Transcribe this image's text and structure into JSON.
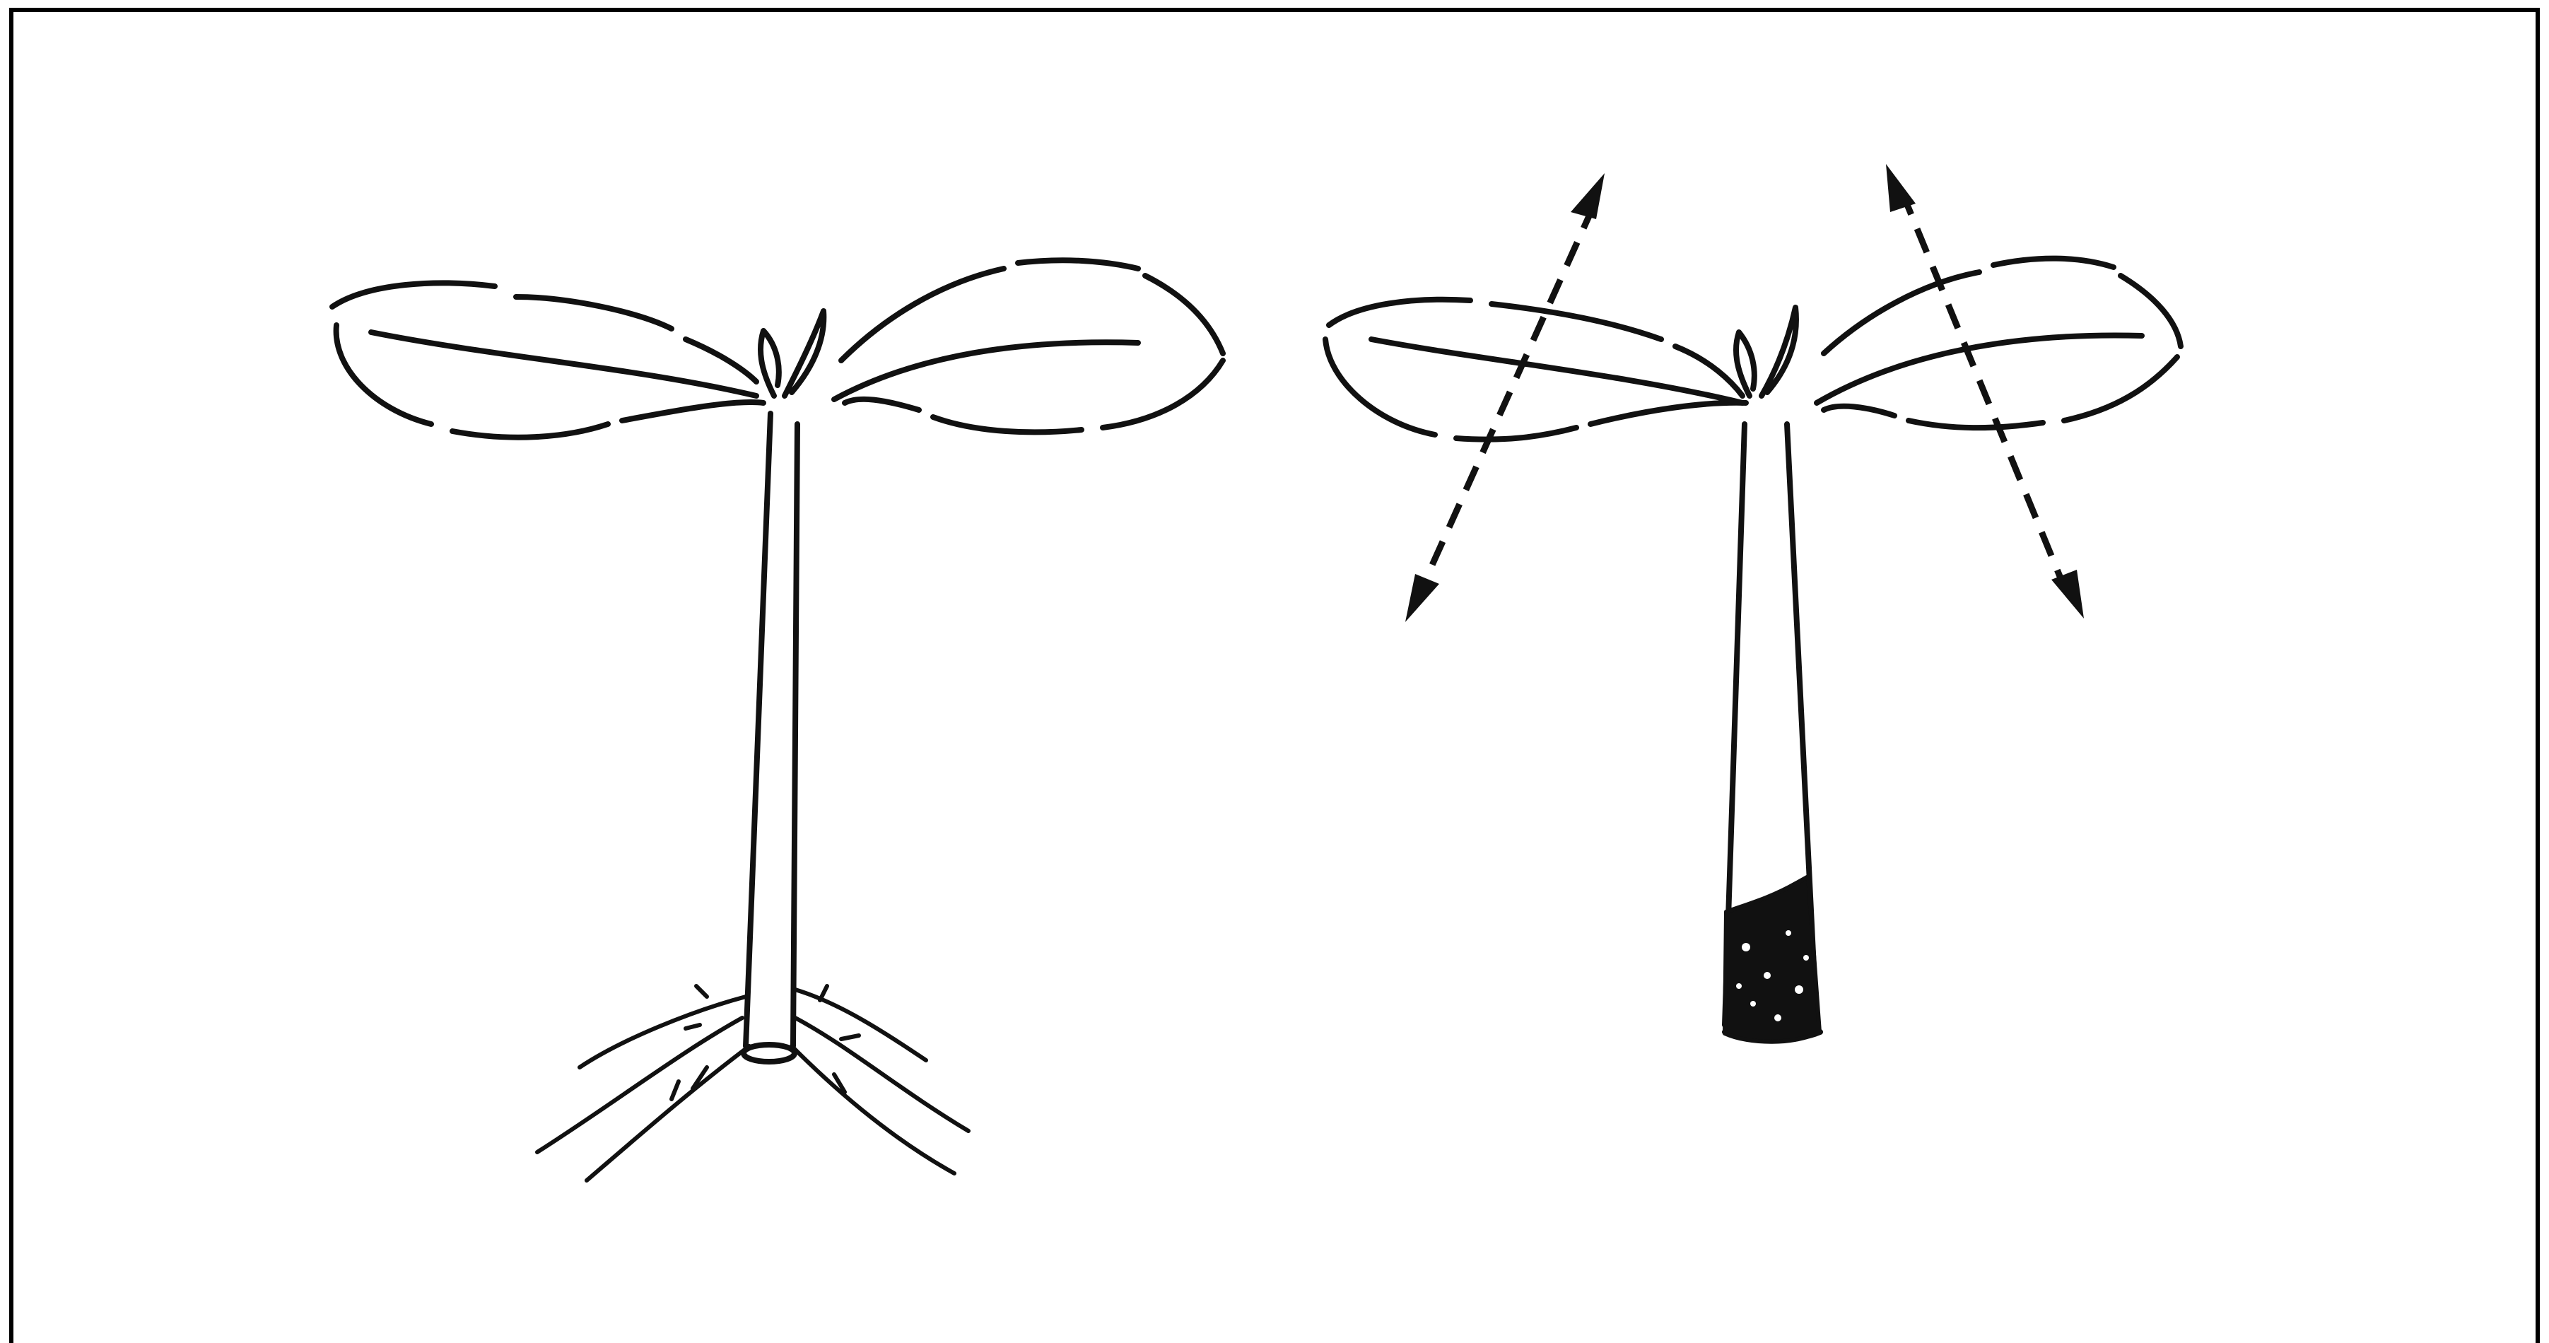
{
  "figure": {
    "ink_color": "#111111",
    "background": "#ffffff",
    "frame_color": "#000000"
  },
  "panels": [
    {
      "id": "left",
      "subject": "seedling-with-roots",
      "icon": "seedling-icon"
    },
    {
      "id": "right",
      "subject": "seedling-cutting-with-callus-base",
      "icon": "seedling-icon",
      "arrow_count": 2,
      "arrow_style": "dashed-double-headed"
    }
  ]
}
